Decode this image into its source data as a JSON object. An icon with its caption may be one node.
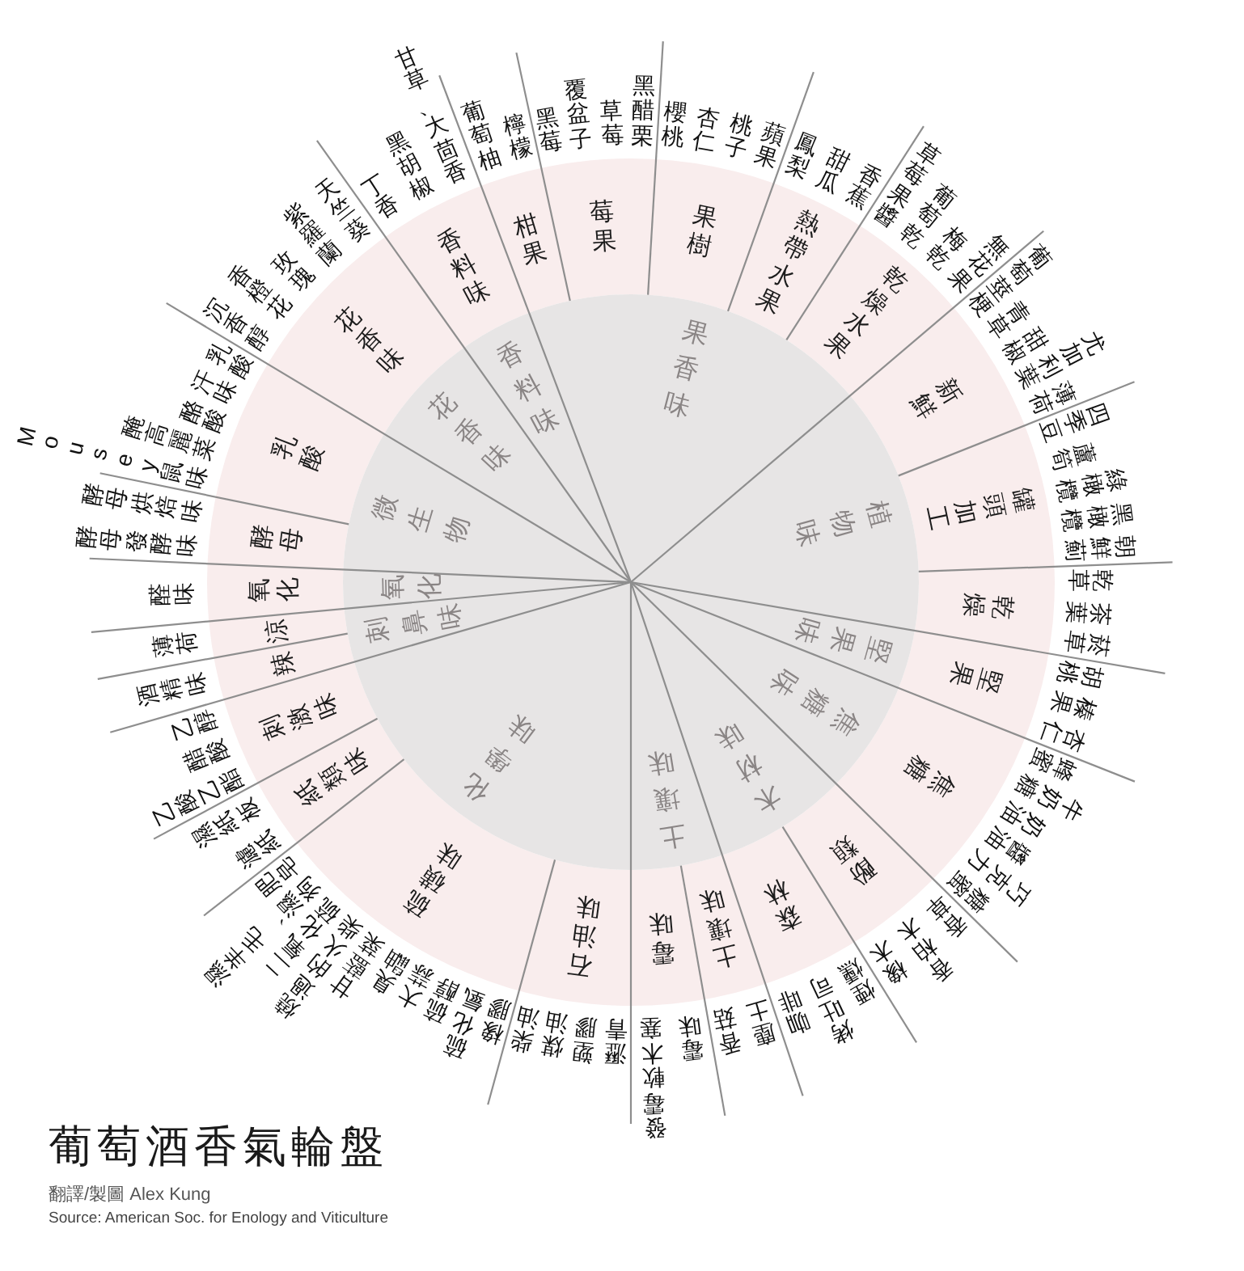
{
  "diagram": {
    "title": "葡萄酒香氣輪盤",
    "nodes": [
      {
        "text": [
          "果香味"
        ]
      },
      {
        "text": [
          "植物味"
        ]
      },
      {
        "text": [
          "堅果味"
        ]
      },
      {
        "text": [
          "焦糖味"
        ]
      },
      {
        "text": [
          "木材味"
        ]
      },
      {
        "text": [
          "土壤味"
        ]
      },
      {
        "text": [
          "化學味"
        ]
      },
      {
        "text": [
          "刺鼻味"
        ]
      },
      {
        "text": [
          "氧化"
        ]
      },
      {
        "text": [
          "微生物"
        ]
      },
      {
        "text": [
          "花香味"
        ]
      },
      {
        "text": [
          "香料味"
        ]
      },
      {
        "text": [
          "柑果"
        ],
        "beside": [
          "葡萄柚",
          "檸檬"
        ]
      },
      {
        "text": [
          "莓果"
        ],
        "beside": [
          "黑莓",
          "覆盆子",
          "草莓",
          "黑醋栗"
        ]
      },
      {
        "text": [
          "果樹"
        ],
        "beside": [
          "櫻桃",
          "杏仁",
          "桃子",
          "蘋果"
        ]
      },
      {
        "text": [
          "熱帶水果"
        ],
        "beside": [
          "鳳梨",
          "甜瓜",
          "香蕉"
        ]
      },
      {
        "text": [
          "乾燥水果"
        ],
        "beside": [
          "草莓果醬",
          "葡萄乾",
          "梅乾",
          "無花果"
        ]
      },
      {
        "text": [
          "新鮮"
        ],
        "beside": [
          "葡萄莖梗",
          "青草",
          "甜椒",
          "尤加利葉",
          "薄荷"
        ]
      },
      {
        "text": [
          "罐頭加工"
        ],
        "beside": [
          "四季豆",
          "蘆筍",
          "綠橄欖",
          "黑橄欖",
          "朝鮮薊"
        ]
      },
      {
        "text": [
          "乾燥"
        ],
        "beside": [
          "乾草",
          "茶葉",
          "菸草"
        ]
      },
      {
        "text": [
          "堅果"
        ],
        "beside": [
          "胡桃",
          "榛果",
          "杏仁"
        ]
      },
      {
        "text": [
          "焦糖"
        ],
        "beside": [
          "蜂蜜",
          "牛奶糖",
          "奶油",
          "醬油",
          "巧克力",
          "糖蜜"
        ]
      },
      {
        "text": [
          "酚類"
        ],
        "beside": [
          "香草",
          "香柏木",
          "橡木"
        ]
      },
      {
        "text": [
          "森林"
        ],
        "beside": [
          "煙燻",
          "烤吐司",
          "咖啡"
        ]
      },
      {
        "text": [
          "土壤味"
        ],
        "beside": [
          "塵土",
          "香菇"
        ]
      },
      {
        "text": [
          "霉味"
        ],
        "beside": [
          "霉味",
          "發霉軟木塞"
        ]
      },
      {
        "text": [
          "石油味"
        ],
        "beside": [
          "瀝青",
          "塑膠",
          "煤油",
          "柴油"
        ]
      },
      {
        "text": [
          "硫磺味"
        ],
        "beside": [
          "橡膠",
          "硫化氫",
          "硫醇",
          "大蒜",
          "臭鼬",
          "甘藍菜",
          "燒過的火柴",
          "二氧化硫",
          "濕羊毛、濕狗",
          "肥皂"
        ]
      },
      {
        "text": [
          "紙類味"
        ],
        "beside": [
          "濾紙",
          "濕紙板"
        ]
      },
      {
        "text": [
          "刺激味"
        ],
        "beside": [
          "乙酸乙酯",
          "醋酸",
          "乙醇"
        ]
      },
      {
        "text": [
          "辣"
        ],
        "beside": [
          "酒精味"
        ]
      },
      {
        "text": [
          "涼"
        ],
        "beside": [
          "薄荷"
        ]
      },
      {
        "text": [
          "氧化"
        ],
        "beside": [
          "醛味"
        ]
      },
      {
        "text": [
          "酵母"
        ],
        "beside": [
          "酵母發酵味",
          "酵母烘焙味"
        ]
      },
      {
        "text": [
          "乳酸"
        ],
        "beside": [
          "Mousey鼠味",
          "醃高麗菜",
          "酪酸",
          "汗味",
          "乳酸"
        ]
      },
      {
        "text": [
          "花香味"
        ],
        "beside": [
          "沉香醇",
          "香橙花",
          "玫瑰",
          "紫羅蘭",
          "天竺葵"
        ]
      },
      {
        "text": [
          "香料味"
        ],
        "beside": [
          "丁香",
          "黑胡椒",
          "甘草、大茴香"
        ]
      }
    ],
    "labels": [
      "翻譯/製圖 Alex Kung",
      "Source: American Soc. for Enology and Viticulture"
    ]
  }
}
